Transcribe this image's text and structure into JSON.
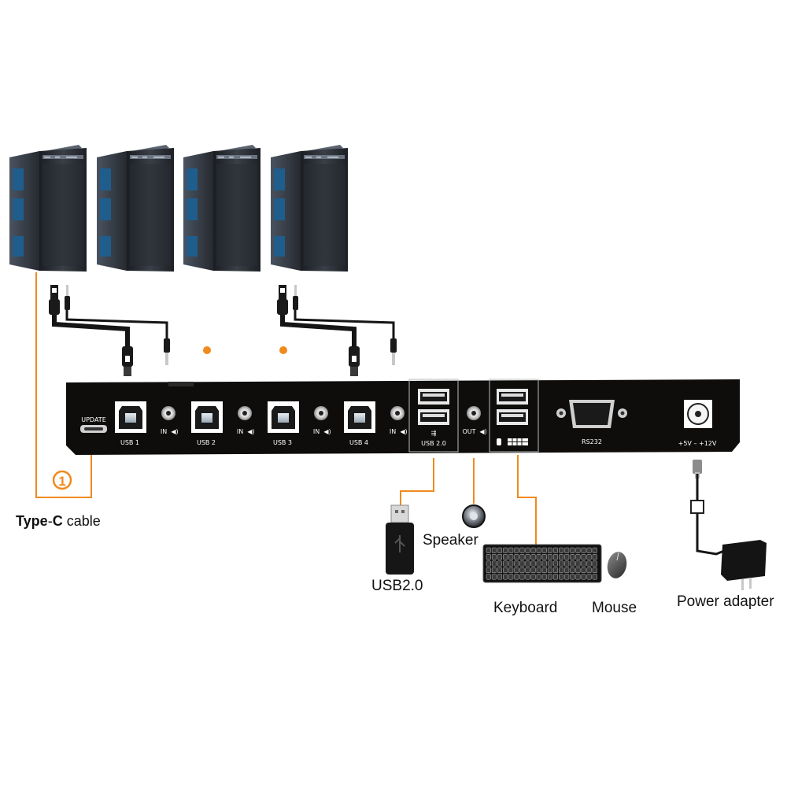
{
  "colors": {
    "accent": "#f08a1e",
    "device_body": "#0e0d0c",
    "panel_text": "#ffffff",
    "tower_body": "#2c3036",
    "cable": "#151515"
  },
  "computers": [
    {
      "icon": "pc-tower-icon"
    },
    {
      "icon": "pc-tower-icon"
    },
    {
      "icon": "pc-tower-icon"
    },
    {
      "icon": "pc-tower-icon"
    }
  ],
  "ellipsis_dots": 2,
  "callout": {
    "number": "1"
  },
  "typec": {
    "bold": "Type",
    "dash": "-",
    "bold2": "C",
    "rest": " cable"
  },
  "panel": {
    "update": "UPDATE",
    "usb_ports": [
      "USB 1",
      "USB 2",
      "USB 3",
      "USB 4"
    ],
    "in_label": "IN",
    "usb20": "USB 2.0",
    "out_label": "OUT",
    "rs232": "RS232",
    "power": "+5V  –  +12V"
  },
  "peripherals": {
    "usb": "USB2.0",
    "speaker": "Speaker",
    "keyboard": "Keyboard",
    "mouse": "Mouse",
    "power": "Power adapter"
  }
}
